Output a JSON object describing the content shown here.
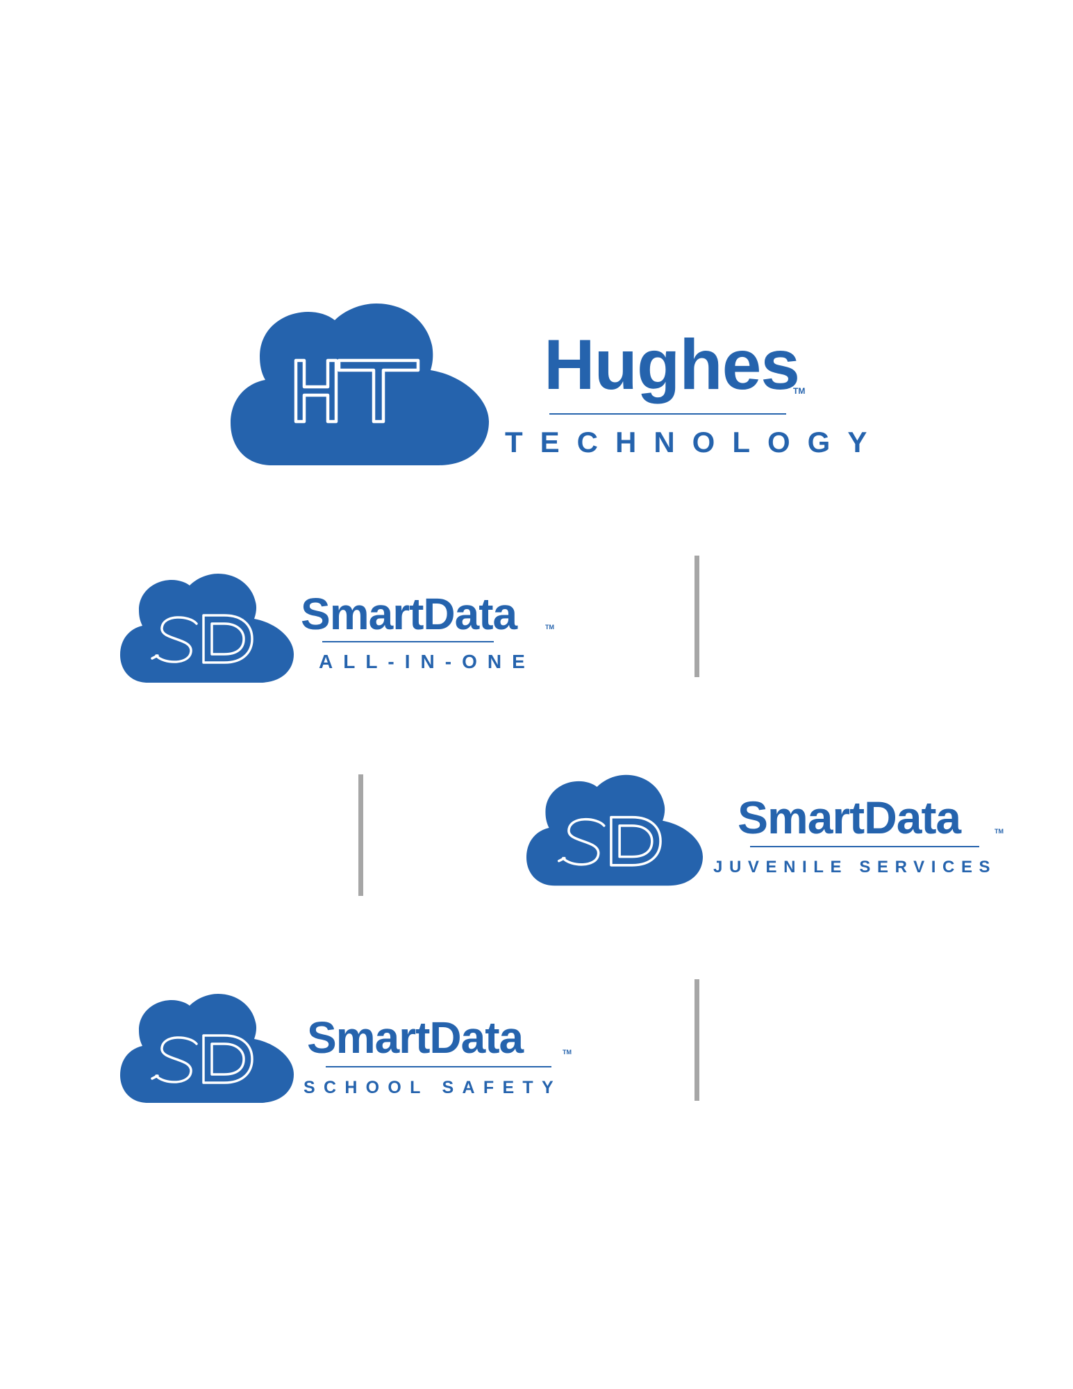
{
  "brand_color": "#2563ad",
  "divider_color": "#a6a6a6",
  "logos": {
    "hughes": {
      "monogram": "HT",
      "name": "Hughes",
      "trademark": "TM",
      "tagline": "TECHNOLOGY"
    },
    "all_in_one": {
      "monogram": "SD",
      "name": "SmartData",
      "trademark": "TM",
      "tagline": "ALL-IN-ONE"
    },
    "juvenile": {
      "monogram": "SD",
      "name": "SmartData",
      "trademark": "TM",
      "tagline": "JUVENILE SERVICES"
    },
    "school_safety": {
      "monogram": "SD",
      "name": "SmartData",
      "trademark": "TM",
      "tagline": "SCHOOL SAFETY"
    }
  }
}
